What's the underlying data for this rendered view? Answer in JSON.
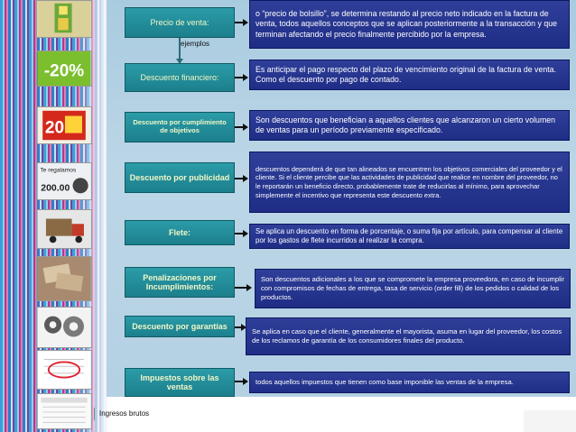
{
  "side_note": "ejemplos",
  "footer_label": "Ingresos brutos",
  "colors": {
    "category_box": "#1c7f8c",
    "category_text": "#f2f7c8",
    "description_box": "#1f2d86",
    "background": "#b2d0e3"
  },
  "thumbnails": [
    {
      "name": "price-tag-image"
    },
    {
      "name": "discount-20-percent-image",
      "text": "-20%"
    },
    {
      "name": "promo-20-image",
      "text": "20"
    },
    {
      "name": "gift-voucher-200-image",
      "text": "Te regalamos",
      "amount": "200.00"
    },
    {
      "name": "delivery-truck-image"
    },
    {
      "name": "money-cash-image"
    },
    {
      "name": "warranty-gears-image"
    },
    {
      "name": "invoice-form-image"
    },
    {
      "name": "tax-document-image"
    }
  ],
  "rows": [
    {
      "category": "Precio de venta:",
      "description": "o “precio de bolsillo”, se determina restando al precio neto indicado en la factura de venta, todos aquellos conceptos que se aplican posteriormente a la transacción y que terminan afectando el precio finalmente percibido por la empresa."
    },
    {
      "category": "Descuento financiero:",
      "description": "Es anticipar el pago respecto del plazo de vencimiento original de la factura de venta. Como el descuento por pago de contado."
    },
    {
      "category": "Descuento por cumplimiento de objetivos",
      "description": "Son descuentos que benefician a aquellos clientes que alcanzaron un cierto volumen de ventas para un período previamente especificado."
    },
    {
      "category": "Descuento por publicidad",
      "description": "descuentos dependerá de que tan alineados se encuentren los objetivos comerciales del proveedor y el cliente. Si el cliente percibe que las actividades de publicidad que realice en nombre del proveedor, no le reportarán un beneficio directo, probablemente trate de reducirlas al mínimo, para aprovechar simplemente el incentivo que representa este descuento extra."
    },
    {
      "category": "Flete:",
      "description": "Se aplica un descuento en forma de porcentaje, o suma fija por artículo, para compensar al cliente por los gastos de flete incurridos al realizar la compra."
    },
    {
      "category": "Penalizaciones por Incumplimientos:",
      "description": "Son descuentos adicionales a los que se compromete la empresa proveedora, en caso de incumplir con compromisos de fechas de entrega, tasa de servicio (order fill) de los pedidos o calidad de los productos."
    },
    {
      "category": "Descuento por garantías",
      "description": "Se aplica en caso que el cliente, generalmente el mayorista, asuma en lugar del proveedor, los costos de los reclamos de garantía de los consumidores finales del producto."
    },
    {
      "category": "Impuestos sobre las ventas",
      "description": "todos aquellos impuestos que tienen como base imponible las ventas de la empresa."
    }
  ]
}
